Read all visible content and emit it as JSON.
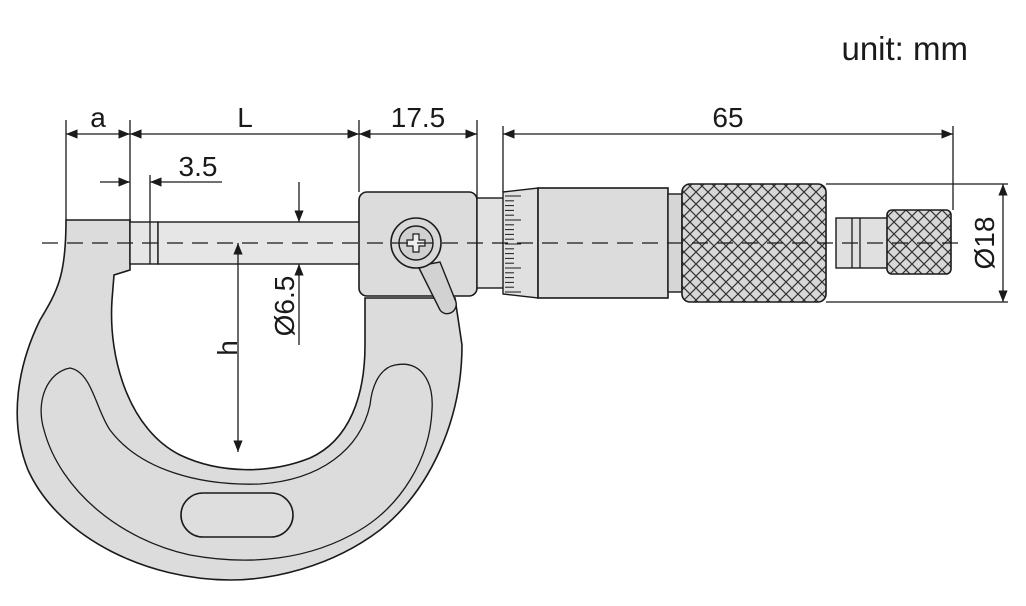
{
  "unit_label": "unit: mm",
  "dimensions": {
    "a": "a",
    "L": "L",
    "sleeve_offset": "17.5",
    "thimble_length": "65",
    "anvil_face": "3.5",
    "spindle_diameter": "Ø6.5",
    "frame_depth": "h",
    "thimble_diameter": "Ø18"
  },
  "colors": {
    "frame_fill": "#dcdcdc",
    "line": "#1a1a1a",
    "background": "#ffffff"
  }
}
